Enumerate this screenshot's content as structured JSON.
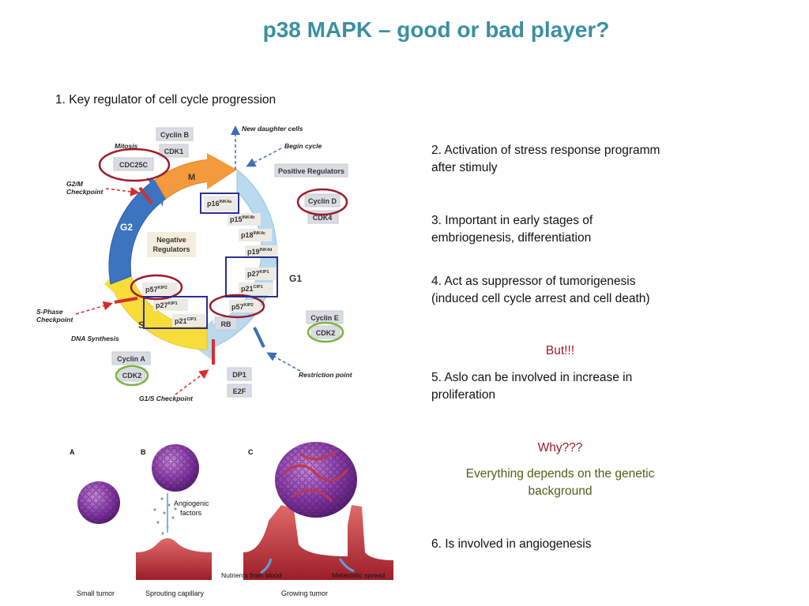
{
  "title": "p38 MAPK – good or bad player?",
  "points": {
    "p1": "1. Key regulator of cell cycle progression",
    "p2_line1": "2. Activation of stress response programm",
    "p2_line2": "after stimuly",
    "p3_line1": "3. Important in early stages of",
    "p3_line2": "embriogenesis, differentiation",
    "p4_line1": "4. Act as suppressor of tumorigenesis",
    "p4_line2": "(induced cell cycle arrest and cell death)",
    "but": "But!!!",
    "p5_line1": "5. Aslo can be involved in increase in",
    "p5_line2": "proliferation",
    "why": "Why???",
    "genetic_line1": "Everything depends on the genetic",
    "genetic_line2": "background",
    "p6": "6. Is involved in angiogenesis"
  },
  "cell_cycle": {
    "phases": {
      "m": "M",
      "g1": "G1",
      "s": "S",
      "g2": "G2"
    },
    "labels": {
      "new_daughter_cells": "New daughter cells",
      "begin_cycle": "Begin cycle",
      "mitosis": "Mitosis",
      "g2m_checkpoint_1": "G2/M",
      "g2m_checkpoint_2": "Checkpoint",
      "sphase_checkpoint_1": "S-Phase",
      "sphase_checkpoint_2": "Checkpoint",
      "dna_synthesis": "DNA Synthesis",
      "g1s_checkpoint": "G1/S Checkpoint",
      "restriction_point": "Restriction point",
      "negative_regulators_1": "Negative",
      "negative_regulators_2": "Regulators"
    },
    "boxes": {
      "cyclin_b": "Cyclin B",
      "cdk1": "CDK1",
      "cdc25c": "CDC25C",
      "positive_regulators": "Positive Regulators",
      "cyclin_d": "Cyclin D",
      "cdk4": "CDK4",
      "cyclin_e": "Cyclin E",
      "cdk2_e": "CDK2",
      "cyclin_a": "Cyclin A",
      "cdk2_a": "CDK2",
      "dp1": "DP1",
      "e2f": "E2F",
      "rb": "RB"
    },
    "inhibitors": {
      "p16": "p16",
      "p16_sup": "INK4a",
      "p15": "p15",
      "p15_sup": "INK4b",
      "p18": "p18",
      "p18_sup": "INK4c",
      "p19": "p19",
      "p19_sup": "INK4d",
      "p27a": "p27",
      "p27a_sup": "KIP1",
      "p21a": "p21",
      "p21a_sup": "CIP1",
      "p57a": "p57",
      "p57a_sup": "KIP2",
      "p57b": "p57",
      "p57b_sup": "KIP2",
      "p27b": "p27",
      "p27b_sup": "KIP1",
      "p21b": "p21",
      "p21b_sup": "CIP1"
    },
    "colors": {
      "m_arrow": "#f39a3c",
      "g1_arrow": "#b9d9ef",
      "s_arrow": "#f8dc3a",
      "g2_arrow": "#3c74c0",
      "red_circle": "#9c1b2a",
      "green_circle": "#7cb342",
      "blue_box": "#2b2f8f"
    }
  },
  "angiogenesis": {
    "panel_a": "A",
    "panel_b": "B",
    "panel_c": "C",
    "angiogenic_1": "Angiogenic",
    "angiogenic_2": "factors",
    "nutrients": "Nutrients from blood",
    "metastatic": "Metastatic spread",
    "small_tumor": "Small tumor",
    "sprouting": "Sprouting capillary",
    "growing": "Growing tumor"
  }
}
